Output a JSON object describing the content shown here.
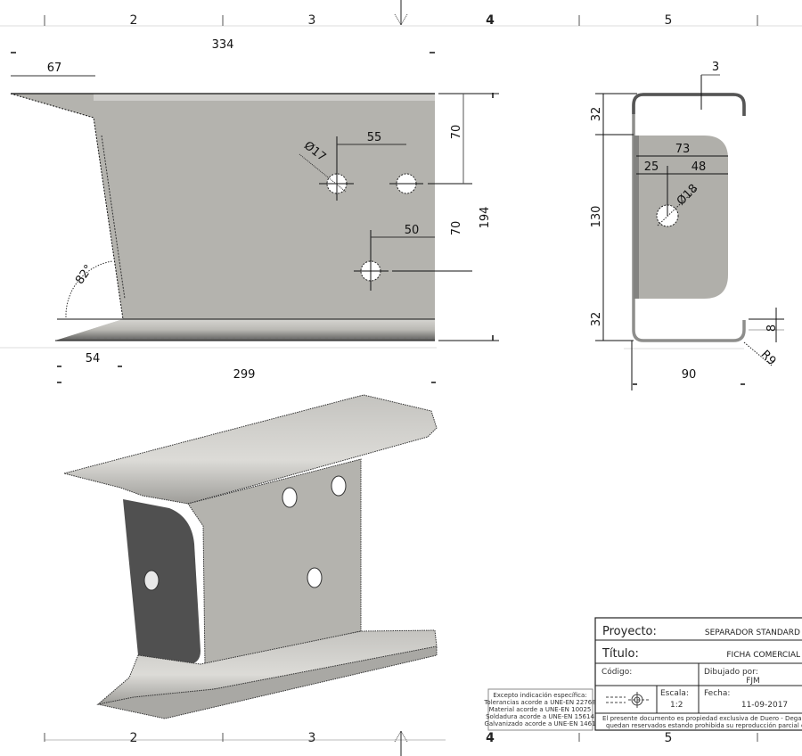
{
  "drawing": {
    "zone_markers_top": [
      "2",
      "3",
      "4",
      "5"
    ],
    "zone_markers_bottom": [
      "2",
      "3",
      "4",
      "5"
    ],
    "front_view": {
      "overall_length": "334",
      "left_offset": "67",
      "hole_spacing_horizontal": "55",
      "hole_diameter": "Ø17",
      "lower_hole_offset": "50",
      "vertical_spacing_upper": "70",
      "vertical_spacing_lower": "70",
      "overall_height": "194",
      "angle": "82°",
      "bottom_left_offset": "54",
      "bottom_length": "299"
    },
    "side_view": {
      "thickness": "3",
      "top_flange": "32",
      "web_height": "130",
      "bottom_flange": "32",
      "plate_width": "73",
      "hole_offset": "25",
      "hole_to_edge": "48",
      "hole_diameter": "Ø18",
      "lip_height": "8",
      "bend_radius": "R9",
      "overall_width": "90"
    },
    "colors": {
      "part_fill": "#b4b3ae",
      "part_dark": "#4f4f4f",
      "line": "#111111"
    }
  },
  "title_block": {
    "project_label": "Proyecto:",
    "project_value": "SEPARADOR STANDARD",
    "title_label": "Título:",
    "title_value": "FICHA COMERCIAL",
    "code_label": "Código:",
    "drawn_by_label": "Dibujado por:",
    "drawn_by_value": "FJM",
    "scale_label": "Escala:",
    "scale_value": "1:2",
    "date_label": "Fecha:",
    "date_value": "11-09-2017",
    "copyright_line1": "El presente documento es propiedad exclusiva de Duero - Dega Ofs...",
    "copyright_line2": "quedan reservados estando prohibida su reproducción parcial o total",
    "notes": [
      "Excepto indicación específica:",
      "Tolerancias acorde a UNE-EN 22768",
      "Material acorde a UNE-EN 10025",
      "Soldadura acorde a UNE-EN 15614",
      "Galvanizado acorde a UNE-EN 1461"
    ]
  }
}
